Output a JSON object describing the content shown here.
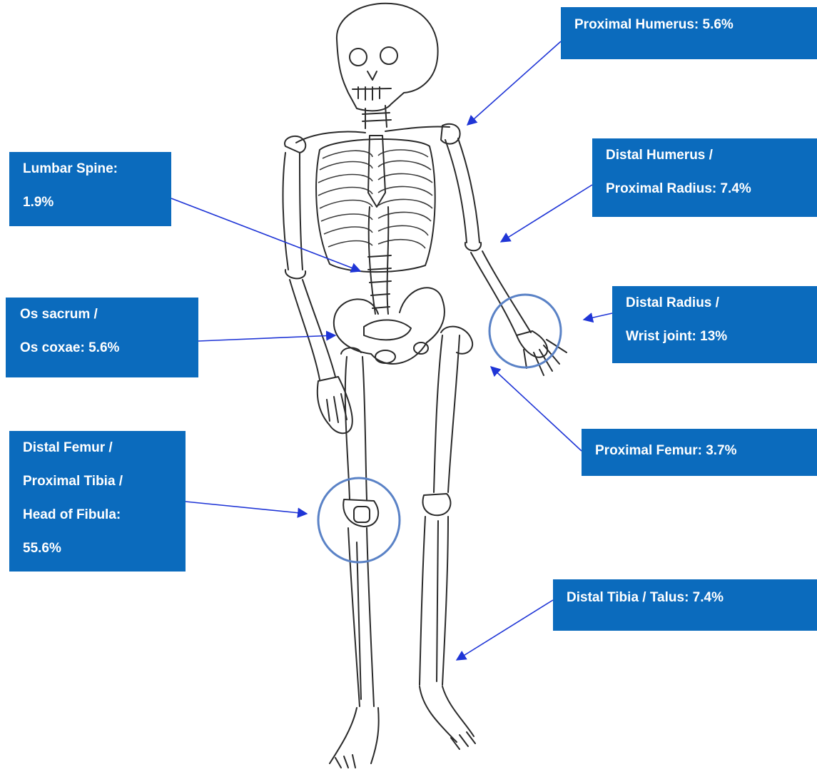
{
  "colors": {
    "label_background": "#0b6bbd",
    "label_text": "#ffffff",
    "arrow": "#1f35d6",
    "highlight_ring": "#5a82c6"
  },
  "labels": {
    "proximal_humerus": {
      "lines": [
        "Proximal Humerus: 5.6%"
      ]
    },
    "lumbar_spine": {
      "lines": [
        "Lumbar Spine:",
        "1.9%"
      ]
    },
    "distal_humerus": {
      "lines": [
        "Distal Humerus /",
        "Proximal Radius: 7.4%"
      ]
    },
    "os_sacrum": {
      "lines": [
        "Os sacrum /",
        "Os coxae: 5.6%"
      ]
    },
    "distal_radius": {
      "lines": [
        "Distal Radius /",
        "Wrist joint: 13%"
      ]
    },
    "proximal_femur": {
      "lines": [
        "Proximal Femur: 3.7%"
      ]
    },
    "distal_femur": {
      "lines": [
        "Distal Femur /",
        "Proximal Tibia /",
        "Head of Fibula:",
        "55.6%"
      ]
    },
    "distal_tibia": {
      "lines": [
        "Distal Tibia / Talus: 7.4%"
      ]
    }
  },
  "highlights": [
    "wrist",
    "knee"
  ]
}
